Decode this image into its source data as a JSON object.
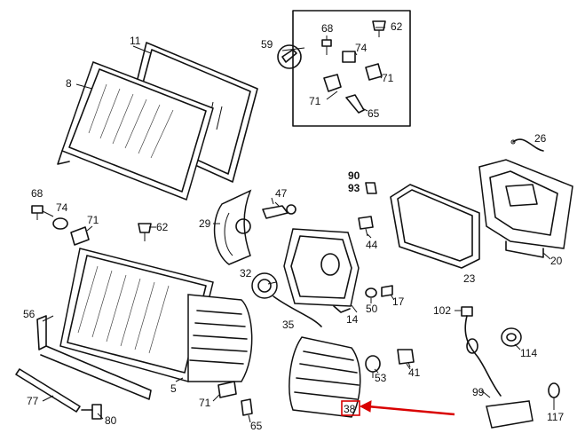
{
  "callouts": {
    "c11": "11",
    "c8": "8",
    "c59": "59",
    "c68a": "68",
    "c62a": "62",
    "c74a": "74",
    "c71a": "71",
    "c71b": "71",
    "c65a": "65",
    "c26": "26",
    "c68b": "68",
    "c74b": "74",
    "c71c": "71",
    "c62b": "62",
    "c29": "29",
    "c47": "47",
    "c90": "90",
    "c93": "93",
    "c44": "44",
    "c20": "20",
    "c23": "23",
    "c32": "32",
    "c14": "14",
    "c50": "50",
    "c17": "17",
    "c56": "56",
    "c35": "35",
    "c102": "102",
    "c114": "114",
    "c41": "41",
    "c53": "53",
    "c5": "5",
    "c77": "77",
    "c71d": "71",
    "c99": "99",
    "c80": "80",
    "c65b": "65",
    "c117": "117",
    "c38": "38"
  },
  "highlight": {
    "part": "38",
    "color": "#d90000"
  }
}
